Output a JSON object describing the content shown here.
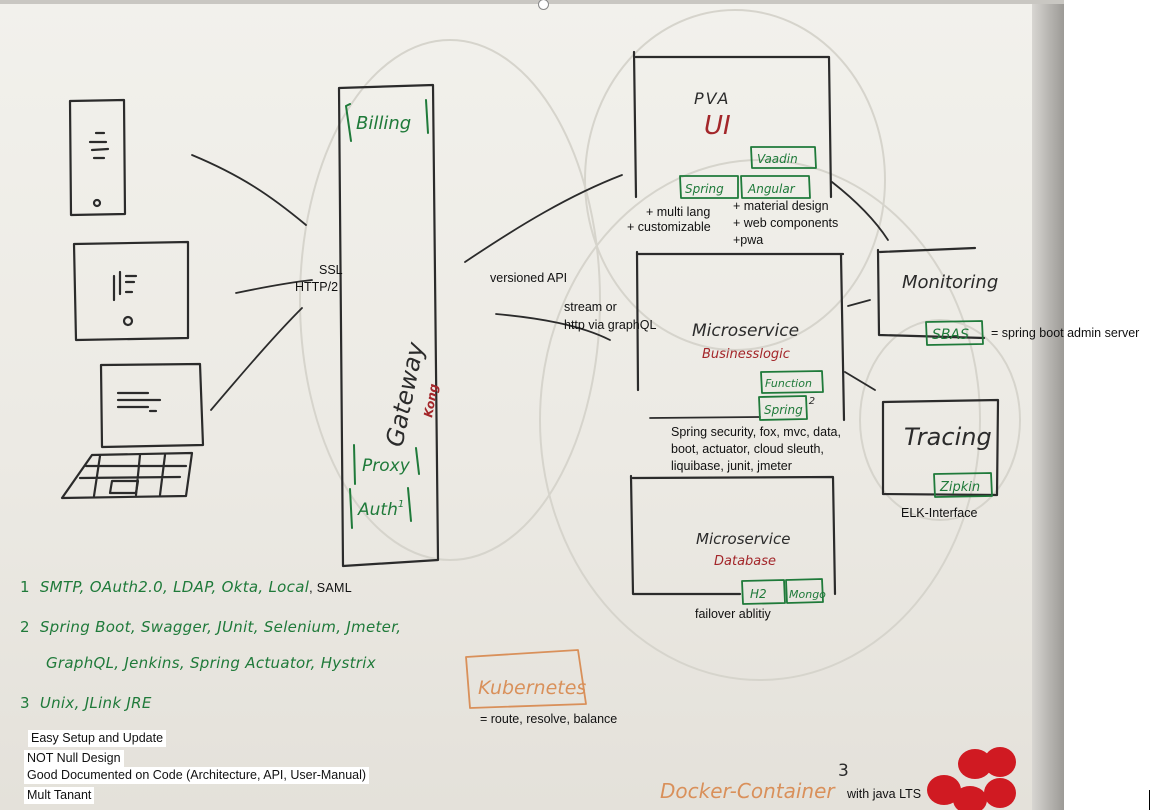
{
  "boxes": {
    "billing": "Billing",
    "gateway": "Gateway",
    "kong": "Kong",
    "proxy": "Proxy",
    "auth": "Auth",
    "auth_sup": "1",
    "pva": "PVA",
    "ui": "UI",
    "vaadin": "Vaadin",
    "spring_ui": "Spring",
    "angular": "Angular",
    "microservice_bl": "Microservice",
    "businesslogic": "Businesslogic",
    "function": "Function",
    "spring_bl": "Spring",
    "spring_bl_sup": "2",
    "microservice_db": "Microservice",
    "database": "Database",
    "h2": "H2",
    "mongo": "Mongo",
    "monitoring": "Monitoring",
    "sbas": "SBAS",
    "tracing": "Tracing",
    "zipkin": "Zipkin",
    "kubernetes": "Kubernetes",
    "docker": "Docker-Container",
    "docker_sup": "3"
  },
  "annotations": {
    "ssl": "SSL",
    "http2": "HTTP/2",
    "versioned_api": "versioned API",
    "stream_or": "stream or",
    "http_graphql": "http via graphQL",
    "multi_lang": "+ multi lang",
    "customizable": "+ customizable",
    "material_design": "+ material design",
    "web_components": "+ web components",
    "pwa": "+pwa",
    "sbas_meaning": "= spring boot admin server",
    "spring_stack_1": "Spring security, fox, mvc, data,",
    "spring_stack_2": "boot, actuator, cloud sleuth,",
    "spring_stack_3": "liquibase, junit, jmeter",
    "elk": "ELK-Interface",
    "failover": "failover ablitiy",
    "route": "= route, resolve, balance",
    "java_lts": "with java LTS"
  },
  "legend": [
    {
      "num": "1",
      "text": "SMTP, OAuth2.0, LDAP, Okta, Local",
      "tail": ", SAML"
    },
    {
      "num": "2",
      "text": "Spring Boot, Swagger, JUnit, Selenium, Jmeter,",
      "tail": ""
    },
    {
      "num": "",
      "text": "GraphQL, Jenkins, Spring Actuator, Hystrix",
      "tail": ""
    },
    {
      "num": "3",
      "text": "Unix, JLink JRE",
      "tail": ""
    }
  ],
  "bottom_notes": [
    "Easy Setup and Update",
    "NOT Null Design",
    "Good Documented on Code (Architecture, API, User-Manual)",
    "Mult Tanant"
  ],
  "colors": {
    "ink_black": "#2b2b2b",
    "ink_green": "#1f7a3a",
    "ink_red": "#a3262a",
    "ink_orange": "#d9905a",
    "magnet_red": "#d01a22"
  }
}
